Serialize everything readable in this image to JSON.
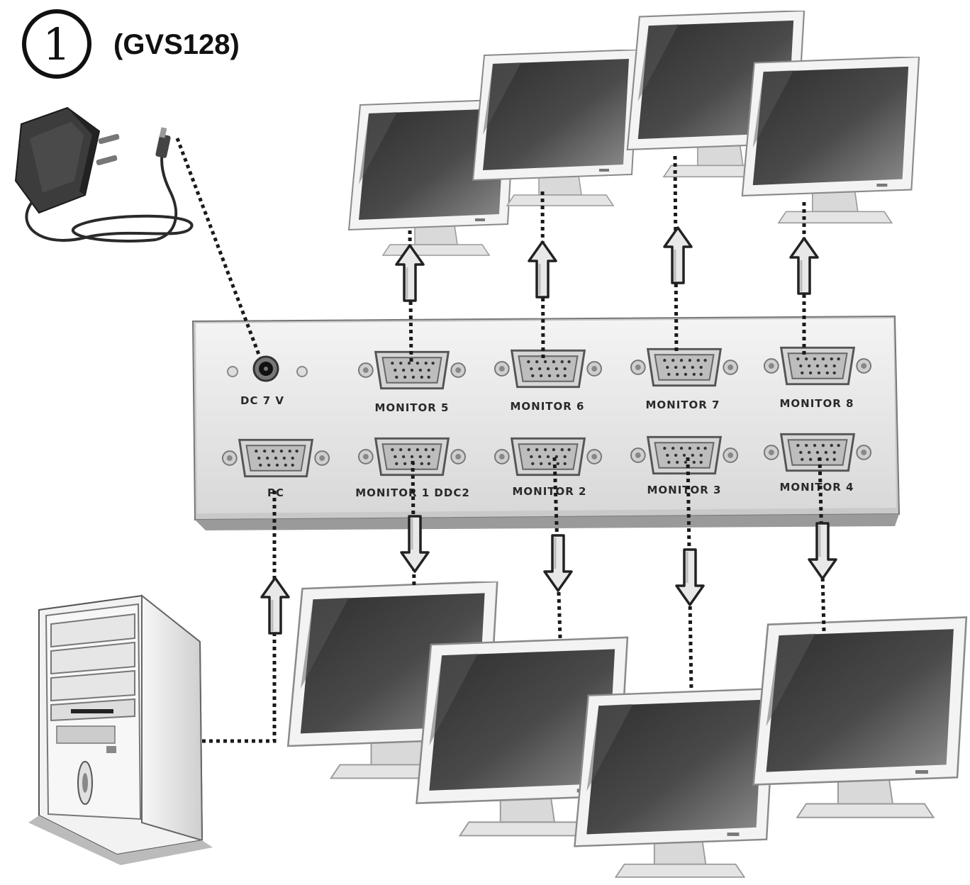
{
  "header": {
    "step_number": "1",
    "model": "(GVS128)"
  },
  "splitter": {
    "power_label": "DC 7 V",
    "pc_label": "PC",
    "top_ports": [
      "MONITOR 5",
      "MONITOR 6",
      "MONITOR 7",
      "MONITOR 8"
    ],
    "bottom_ports": [
      "MONITOR 1 DDC2",
      "MONITOR 2",
      "MONITOR 3",
      "MONITOR 4"
    ]
  },
  "icons": {
    "adapter": "power-adapter-icon",
    "pc": "pc-tower-icon",
    "monitor": "monitor-icon",
    "arrow": "arrow-icon",
    "port": "vga-port-icon"
  },
  "colors": {
    "panel": "#e6e6e6",
    "screen_dark": "#3a3a3a",
    "screen_light": "#8a8a8a",
    "bezel": "#f2f2f2",
    "line": "#1a1a1a"
  }
}
